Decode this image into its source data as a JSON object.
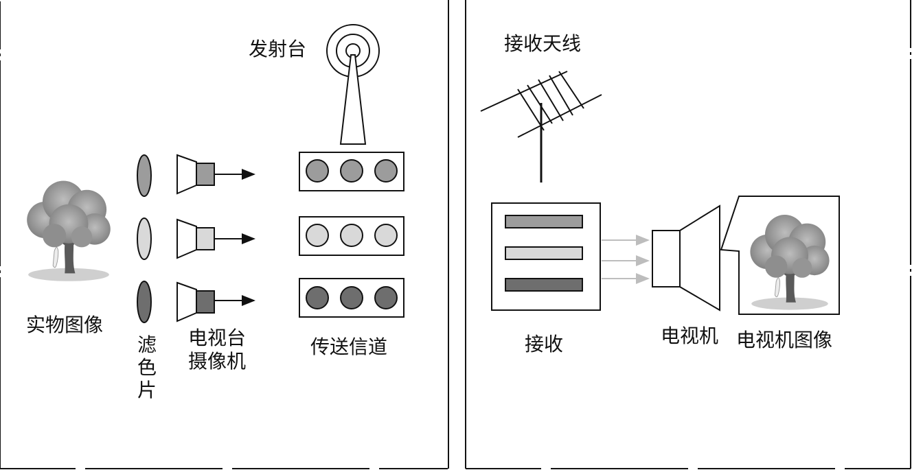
{
  "panels": {
    "transmit": {
      "labels": {
        "tower": "发射台",
        "object_image": "实物图像",
        "filter": "滤色片",
        "camera_line1": "电视台",
        "camera_line2": "摄像机",
        "channel": "传送信道"
      }
    },
    "receive": {
      "labels": {
        "antenna": "接收天线",
        "receiver": "接收",
        "tv_set": "电视机",
        "tv_image": "电视机图像"
      }
    }
  },
  "colors": {
    "red_channel": "#9c9c9c",
    "green_channel": "#d9d9d9",
    "blue_channel": "#6e6e6e",
    "line": "#111111",
    "arrow_light": "#bdbdbd"
  }
}
